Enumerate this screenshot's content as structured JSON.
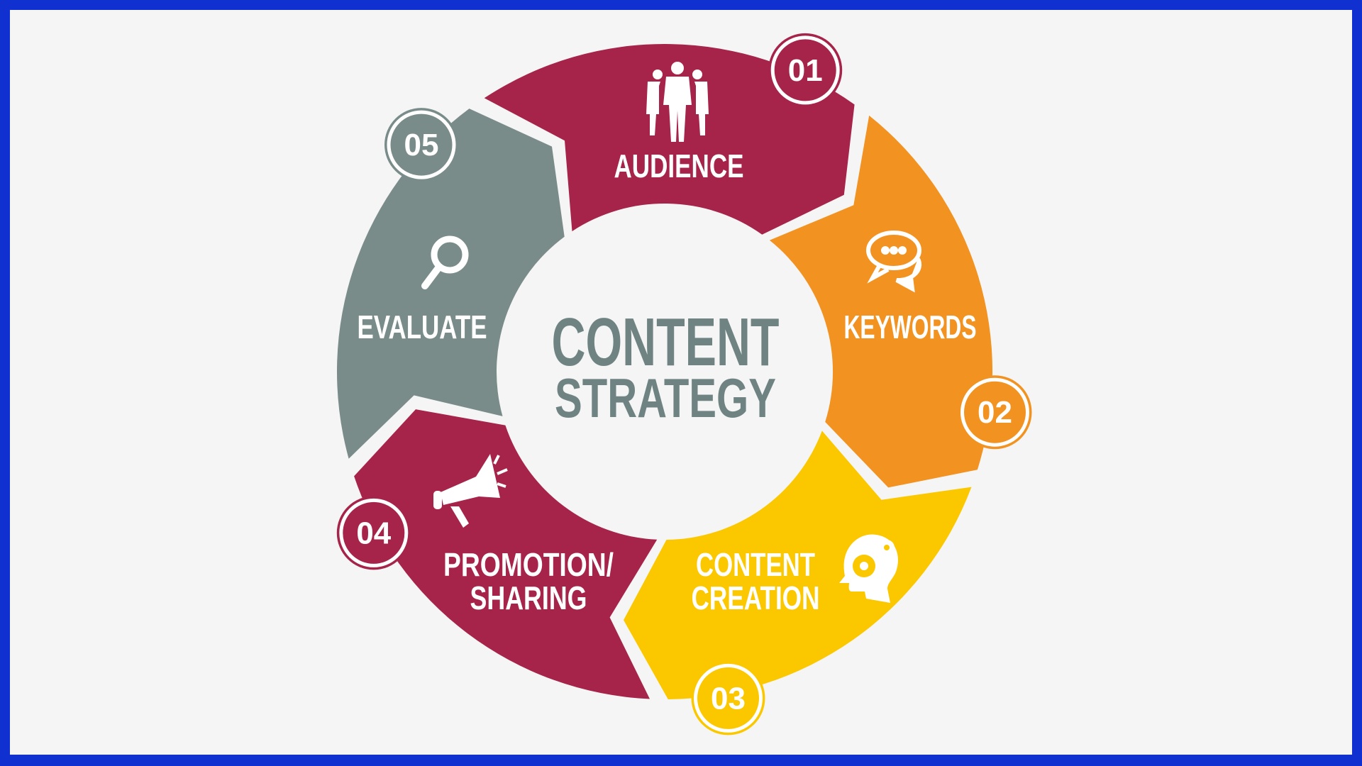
{
  "title": {
    "line1": "CONTENT",
    "line2": "STRATEGY"
  },
  "colors": {
    "border": "#1030D0",
    "background": "#F5F5F5",
    "center_text": "#6F8482"
  },
  "steps": [
    {
      "number": "01",
      "label": [
        "AUDIENCE"
      ],
      "icon": "people-group-icon",
      "color": "#A6234A"
    },
    {
      "number": "02",
      "label": [
        "KEYWORDS"
      ],
      "icon": "chat-bubbles-icon",
      "color": "#F29321"
    },
    {
      "number": "03",
      "label": [
        "CONTENT",
        "CREATION"
      ],
      "icon": "head-gears-icon",
      "color": "#FBC800"
    },
    {
      "number": "04",
      "label": [
        "PROMOTION/",
        "SHARING"
      ],
      "icon": "megaphone-icon",
      "color": "#A6234A"
    },
    {
      "number": "05",
      "label": [
        "EVALUATE"
      ],
      "icon": "magnifier-icon",
      "color": "#7A8C8A"
    }
  ]
}
